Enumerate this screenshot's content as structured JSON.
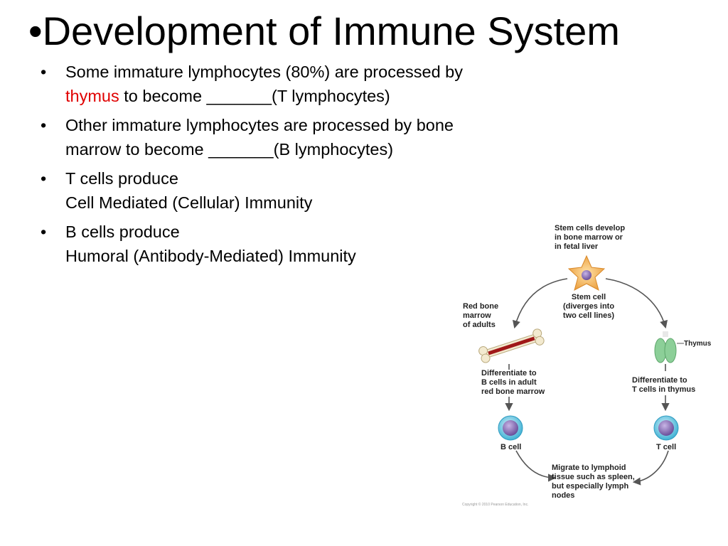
{
  "title": "•Development of Immune System",
  "bullets": [
    {
      "marker": "•",
      "line1": "Some immature lymphocytes (80%) are processed by",
      "line2_red": "thymus",
      "line2_rest": " to become _______(T lymphocytes)"
    },
    {
      "marker": "•",
      "line1": "Other immature lymphocytes are processed by bone",
      "line2": "marrow to become _______(B lymphocytes)"
    },
    {
      "marker": "•",
      "line1": "T cells produce",
      "line2": "Cell Mediated (Cellular) Immunity"
    },
    {
      "marker": "•",
      "line1": "B cells produce",
      "line2": "Humoral (Antibody-Mediated) Immunity"
    }
  ],
  "diagram": {
    "stem_develop": [
      "Stem cells develop",
      "in bone marrow or",
      "in fetal liver"
    ],
    "stem_cell": [
      "Stem cell",
      "(diverges into",
      "two cell lines)"
    ],
    "red_bone_marrow": [
      "Red bone",
      "marrow",
      "of adults"
    ],
    "thymus": "Thymus",
    "diff_b": [
      "Differentiate to",
      "B cells in adult",
      "red bone marrow"
    ],
    "diff_t": [
      "Differentiate to",
      "T cells in thymus"
    ],
    "b_cell": "B cell",
    "t_cell": "T cell",
    "migrate": [
      "Migrate to lymphoid",
      "tissue such as spleen,",
      "but especially lymph",
      "nodes"
    ],
    "copyright": "Copyright © 2010 Pearson Education, Inc."
  },
  "colors": {
    "highlight_red": "#e00000",
    "stem_cell_orange": "#f0a040",
    "bone_ivory": "#f3ead0",
    "marrow_red": "#a01818",
    "thymus_green": "#8ccf98",
    "lymphocyte_cyan": "#5cc3de",
    "nucleus_purple": "#8a6fb5",
    "arrow_gray": "#555555"
  }
}
